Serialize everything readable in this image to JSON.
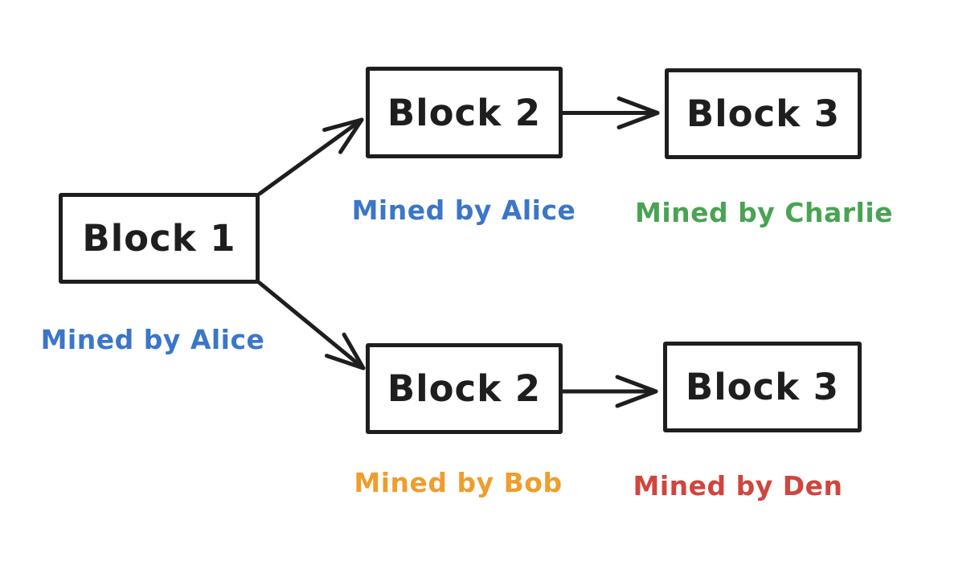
{
  "canvas": {
    "background": "#ffffff",
    "stroke_color": "#1e1e1e"
  },
  "diagram": {
    "nodes": [
      {
        "id": "block-1",
        "label": "Block 1",
        "miner": {
          "text": "Mined by Alice",
          "color": "#3b76c8"
        }
      },
      {
        "id": "block-2-top",
        "label": "Block 2",
        "miner": {
          "text": "Mined by Alice",
          "color": "#3b76c8"
        }
      },
      {
        "id": "block-3-top",
        "label": "Block 3",
        "miner": {
          "text": "Mined by Charlie",
          "color": "#4aa353"
        }
      },
      {
        "id": "block-2-bottom",
        "label": "Block 2",
        "miner": {
          "text": "Mined by Bob",
          "color": "#ef9d2d"
        }
      },
      {
        "id": "block-3-bottom",
        "label": "Block 3",
        "miner": {
          "text": "Mined by Den",
          "color": "#d0453e"
        }
      }
    ],
    "edges": [
      {
        "from": "block-1",
        "to": "block-2-top"
      },
      {
        "from": "block-1",
        "to": "block-2-bottom"
      },
      {
        "from": "block-2-top",
        "to": "block-3-top"
      },
      {
        "from": "block-2-bottom",
        "to": "block-3-bottom"
      }
    ]
  }
}
